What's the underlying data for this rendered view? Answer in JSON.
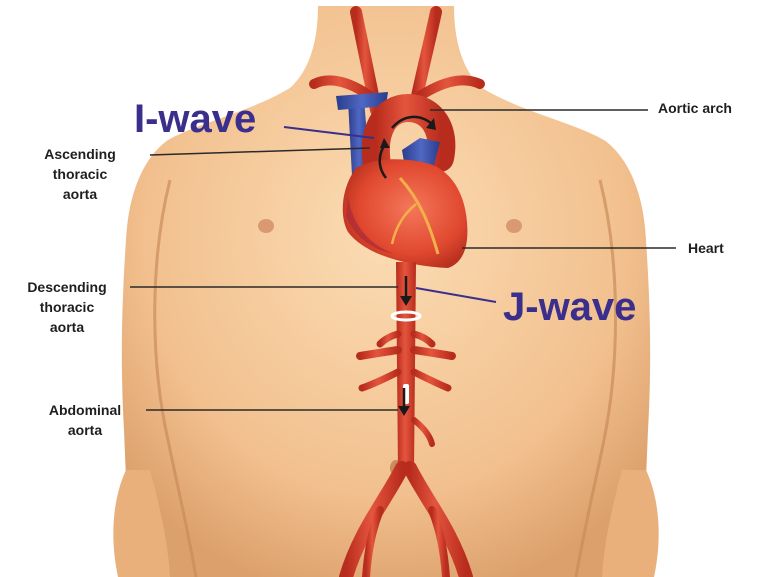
{
  "labels": {
    "i_wave": "I-wave",
    "j_wave": "J-wave",
    "aortic_arch": "Aortic arch",
    "heart": "Heart",
    "ascending": [
      "Ascending",
      "thoracic",
      "aorta"
    ],
    "descending": [
      "Descending",
      "thoracic",
      "aorta"
    ],
    "abdominal": [
      "Abdominal",
      "aorta"
    ]
  },
  "colors": {
    "wave_label": "#3a2f8c",
    "skin": "#f3c596",
    "artery": "#d9402b",
    "vein": "#3b52a8",
    "heart": "#e2533a",
    "leader_line": "#2a2a2a"
  },
  "icons": {
    "flow_arrow": "arrow-down-icon",
    "arch_flow": "curved-arrow-icon"
  }
}
